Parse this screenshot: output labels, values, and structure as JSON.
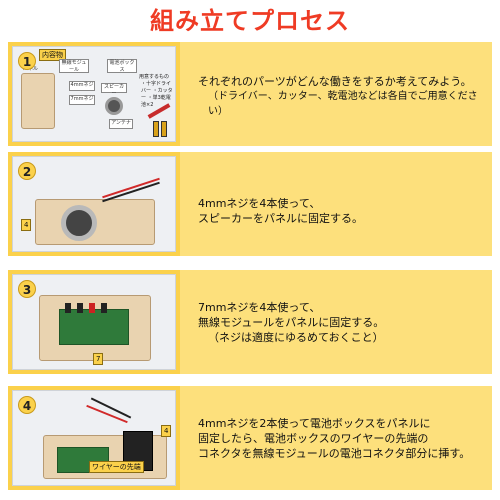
{
  "title": "組み立てプロセス",
  "steps": [
    {
      "number": "1",
      "lines": [
        "それぞれのパーツがどんな働きをするか考えてみよう。",
        "（ドライバー、カッター、乾電池などは各自でご用意ください）"
      ],
      "photo_labels": {
        "contents": "内容物",
        "prepare": "用意するもの",
        "panel": "パネル",
        "module": "無線モジュール",
        "battery_box": "電池ボックス",
        "screw4": "4mmネジ",
        "screw7": "7mmネジ",
        "speaker": "スピーカー",
        "antenna": "アンテナ",
        "tools": "・十字ドライバー ・カッター ・単3乾電池×2"
      }
    },
    {
      "number": "2",
      "lines": [
        "4mmネジを4本使って、",
        "スピーカーをパネルに固定する。"
      ],
      "photo_labels": {
        "screw": "4"
      }
    },
    {
      "number": "3",
      "lines": [
        "7mmネジを4本使って、",
        "無線モジュールをパネルに固定する。",
        "（ネジは適度にゆるめておくこと）"
      ],
      "photo_labels": {
        "screw": "7"
      }
    },
    {
      "number": "4",
      "lines": [
        "4mmネジを2本使って電池ボックスをパネルに",
        "固定したら、電池ボックスのワイヤーの先端の",
        "コネクタを無線モジュールの電池コネクタ部分に挿す。"
      ],
      "photo_labels": {
        "screw": "4",
        "connector": "ワイヤーの先端"
      }
    }
  ],
  "colors": {
    "title": "#ef3b24",
    "step_bg": "#fbd14b",
    "text_panel": "#fde07c"
  }
}
